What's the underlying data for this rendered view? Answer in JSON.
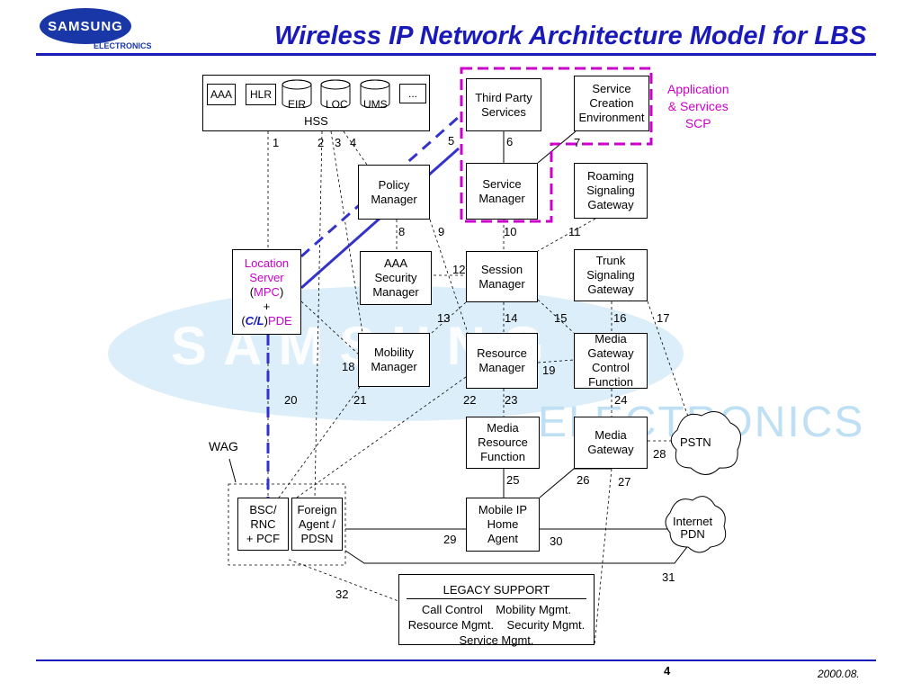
{
  "header": {
    "title": "Wireless IP Network Architecture Model for LBS",
    "logo_text": "SAMSUNG",
    "logo_subtext": "ELECTRONICS"
  },
  "watermark": {
    "text1": "SAMSUNG",
    "text2": "ELECTRONICS"
  },
  "hss": {
    "label": "HSS",
    "items": [
      "AAA",
      "HLR",
      "EIR",
      "LOC",
      "UMS",
      "..."
    ]
  },
  "nodes": {
    "third_party": [
      "Third Party",
      "Services"
    ],
    "service_creation": [
      "Service",
      "Creation",
      "Environment"
    ],
    "app_services": [
      "Application",
      "& Services",
      "SCP"
    ],
    "policy": [
      "Policy",
      "Manager"
    ],
    "service_manager": [
      "Service",
      "Manager"
    ],
    "roaming": [
      "Roaming",
      "Signaling",
      "Gateway"
    ],
    "location_server": {
      "line1": "Location",
      "line2": "Server",
      "mpc_open": "(",
      "mpc": "MPC",
      "mpc_close": ")",
      "plus": "+",
      "cl_open": "(",
      "cl": "C/L",
      "cl_close": ")",
      "pde": "PDE"
    },
    "aaa_security": [
      "AAA",
      "Security",
      "Manager"
    ],
    "session": [
      "Session",
      "Manager"
    ],
    "trunk": [
      "Trunk",
      "Signaling",
      "Gateway"
    ],
    "mobility": [
      "Mobility",
      "Manager"
    ],
    "resource": [
      "Resource",
      "Manager"
    ],
    "mgcf": [
      "Media",
      "Gateway",
      "Control",
      "Function"
    ],
    "mrf": [
      "Media",
      "Resource",
      "Function"
    ],
    "media_gw": [
      "Media",
      "Gateway"
    ],
    "bsc": [
      "BSC/",
      "RNC",
      "+ PCF"
    ],
    "foreign": [
      "Foreign",
      "Agent /",
      "PDSN"
    ],
    "mobile_ip": [
      "Mobile IP",
      "Home",
      "Agent"
    ],
    "pstn": "PSTN",
    "internet": [
      "Internet",
      "PDN"
    ],
    "wag": "WAG",
    "legacy": {
      "title": "LEGACY SUPPORT",
      "line1": "Call Control    Mobility Mgmt.",
      "line2": "Resource Mgmt.    Security Mgmt.",
      "line3": "Service Mgmt."
    }
  },
  "links": [
    "1",
    "2",
    "3",
    "4",
    "5",
    "6",
    "7",
    "8",
    "9",
    "10",
    "11",
    "12",
    "13",
    "14",
    "15",
    "16",
    "17",
    "18",
    "19",
    "20",
    "21",
    "22",
    "23",
    "24",
    "25",
    "26",
    "27",
    "28",
    "29",
    "30",
    "31",
    "32"
  ],
  "footer": {
    "page": "4",
    "date": "2000.08."
  },
  "colors": {
    "title": "#1a1ab8",
    "magenta": "#cc00cc",
    "blue_link": "#3333cc",
    "watermark": "#bfe0f4"
  }
}
